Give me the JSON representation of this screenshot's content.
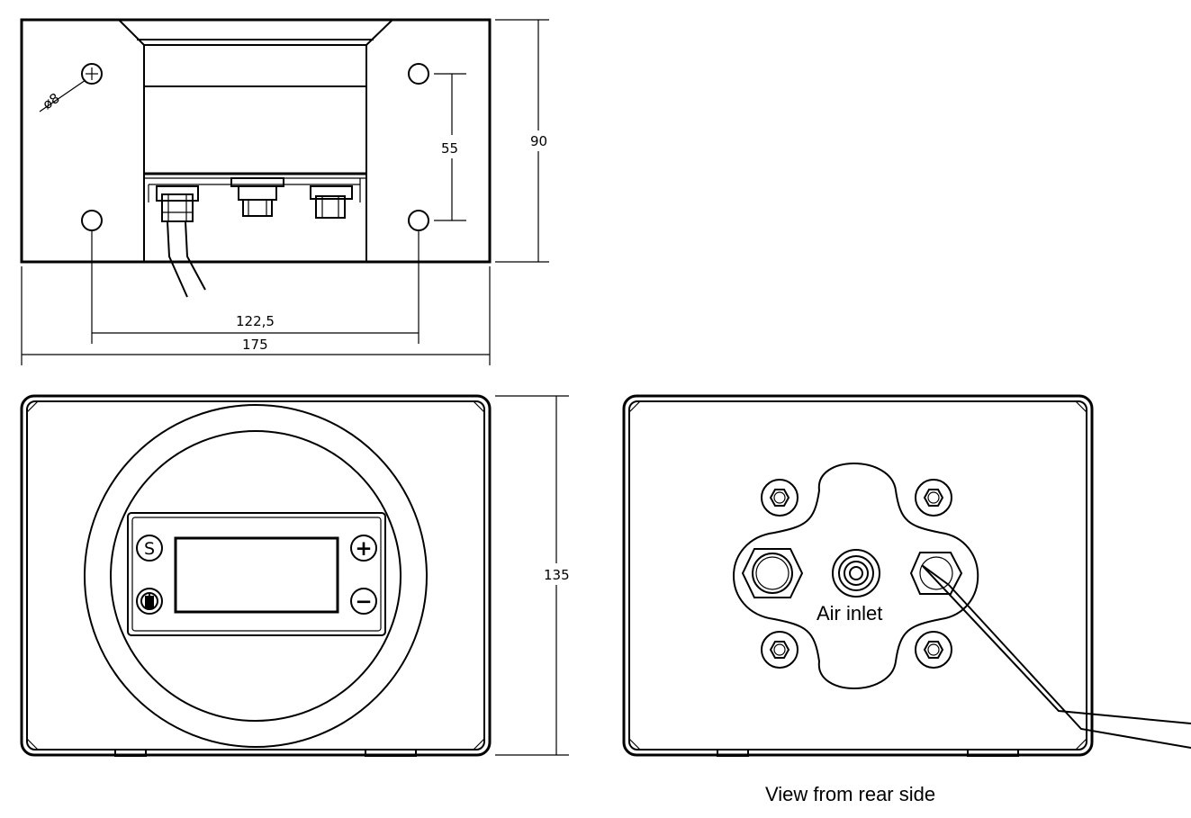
{
  "dimensions": {
    "hole_diameter": "ø8",
    "hole_vertical_spacing": "55",
    "overall_height_top": "90",
    "hole_horizontal_spacing": "122,5",
    "overall_width": "175",
    "overall_height_front": "135"
  },
  "front_panel": {
    "set_button": "S",
    "plus_button": "+",
    "minus_button": "−"
  },
  "rear_view": {
    "air_inlet_label": "Air inlet",
    "caption": "View from rear side"
  }
}
